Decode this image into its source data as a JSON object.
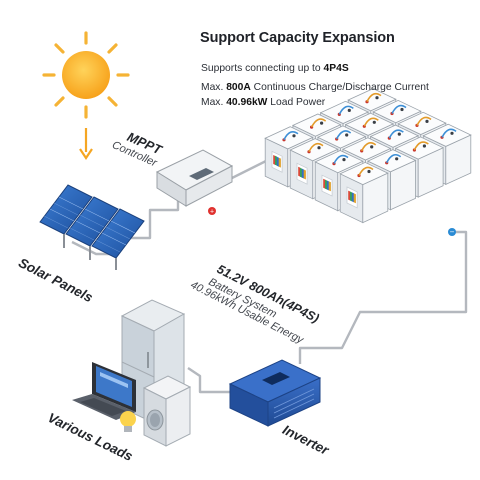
{
  "header": {
    "title": "Support Capacity Expansion",
    "line1_prefix": "Supports connecting up to ",
    "line1_bold": "4P4S",
    "line2_prefix": "Max. ",
    "line2_bold": "800A",
    "line2_suffix": " Continuous Charge/Discharge Current",
    "line3_prefix": "Max. ",
    "line3_bold": "40.96kW",
    "line3_suffix": " Load Power"
  },
  "labels": {
    "mppt_line1": "MPPT",
    "mppt_line2": "Controller",
    "solar_panels": "Solar Panels",
    "battery_line1": "51.2V 800Ah(4P4S)",
    "battery_line2": "Battery System",
    "battery_line3": "40.96kWh Usable Energy",
    "loads": "Various Loads",
    "inverter": "Inverter"
  },
  "colors": {
    "sun": "#f7a21b",
    "arrow": "#f5a623",
    "wire": "#a9aeb5",
    "panel": "#2a63b6",
    "inverter": "#2f5fb4",
    "positive": "#e0322f",
    "negative": "#2a8bd4"
  }
}
